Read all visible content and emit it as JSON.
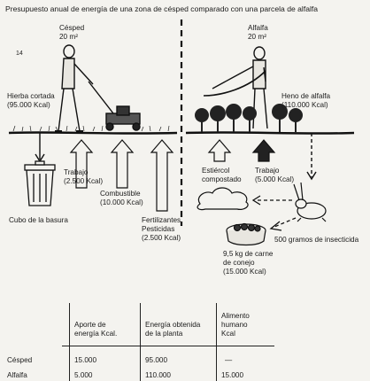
{
  "title": "Presupuesto anual de energía de una zona de césped comparado con una parcela de alfalfa",
  "star_mark": "14",
  "cesped": {
    "label": "Césped",
    "area": "20 m²"
  },
  "alfalfa": {
    "label": "Alfalfa",
    "area": "20 m²"
  },
  "hierba_cortada": {
    "line1": "Hierba cortada",
    "line2": "(95.000 Kcal)"
  },
  "heno": {
    "line1": "Heno de alfalfa",
    "line2": "(110.000 Kcal)"
  },
  "cubo": "Cubo de la basura",
  "trabajo_cesped": {
    "line1": "Trabajo",
    "line2": "(2.500 Kcal)"
  },
  "combustible": {
    "line1": "Combustible",
    "line2": "(10.000 Kcal)"
  },
  "fertilizantes": {
    "line1": "Fertilizantes",
    "line2": "Pesticidas",
    "line3": "(2.500 Kcal)"
  },
  "estiercol": {
    "line1": "Estiércol",
    "line2": "compostado"
  },
  "trabajo_alfalfa": {
    "line1": "Trabajo",
    "line2": "(5.000 Kcal)"
  },
  "insecticida": "500 gramos de insecticida",
  "conejo": {
    "line1": "9,5 kg de carne",
    "line2": "de conejo",
    "line3": "(15.000 Kcal)"
  },
  "table": {
    "headers": [
      "",
      "Aporte de energía Kcal.",
      "Energía obtenida de la planta",
      "Alimento humano Kcal"
    ],
    "header_lines": [
      [
        "Aporte de",
        "energía Kcal."
      ],
      [
        "Energía obtenida",
        "de la planta"
      ],
      [
        "Alimento",
        "humano",
        "Kcal"
      ]
    ],
    "rows": [
      {
        "label": "Césped",
        "aporte": "15.000",
        "obtenida": "95.000",
        "alimento": "—"
      },
      {
        "label": "Alfalfa",
        "aporte": "5.000",
        "obtenida": "110.000",
        "alimento": "15.000"
      }
    ]
  }
}
